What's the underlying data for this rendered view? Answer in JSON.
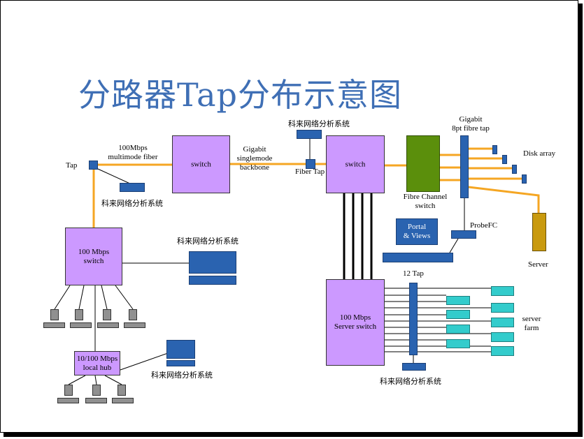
{
  "title": "分路器Tap分布示意图",
  "labels": {
    "tap": "Tap",
    "link_100mbps_line1": "100Mbps",
    "link_100mbps_line2": "multimode fiber",
    "analyzer_top_left": "科来网络分析系统",
    "switch_left": "switch",
    "gigabit_line1": "Gigabit",
    "gigabit_line2": "singlemode",
    "gigabit_line3": "backbone",
    "analyzer_top_center": "科来网络分析系统",
    "fiber_tap": "Fiber Tap",
    "switch_center": "switch",
    "gigabit_tap_line1": "Gigabit",
    "gigabit_tap_line2": "8pt fibre tap",
    "disk_array": "Disk array",
    "fibre_channel_line1": "Fibre Channel",
    "fibre_channel_line2": "switch",
    "probe_fc": "ProbeFC",
    "portal_line1": "Portal",
    "portal_line2": "& Views",
    "server": "Server",
    "switch_100_line1": "100 Mbps",
    "switch_100_line2": "switch",
    "analyzer_mid_left": "科来网络分析系统",
    "tap12": "12 Tap",
    "server_switch_line1": "100 Mbps",
    "server_switch_line2": "Server switch",
    "server_farm_line1": "server",
    "server_farm_line2": "farm",
    "hub_line1": "10/100 Mbps",
    "hub_line2": "local  hub",
    "analyzer_bottom_left": "科来网络分析系统",
    "analyzer_bottom_center": "科来网络分析系统"
  },
  "colors": {
    "title": "#3f6fb5",
    "switch": "#cc99ff",
    "device": "#2a63b0",
    "fibre_link": "#f5a623",
    "fibre_channel_switch": "#5b8f0c",
    "server": "#c99a0e",
    "server_farm": "#33cccc"
  }
}
